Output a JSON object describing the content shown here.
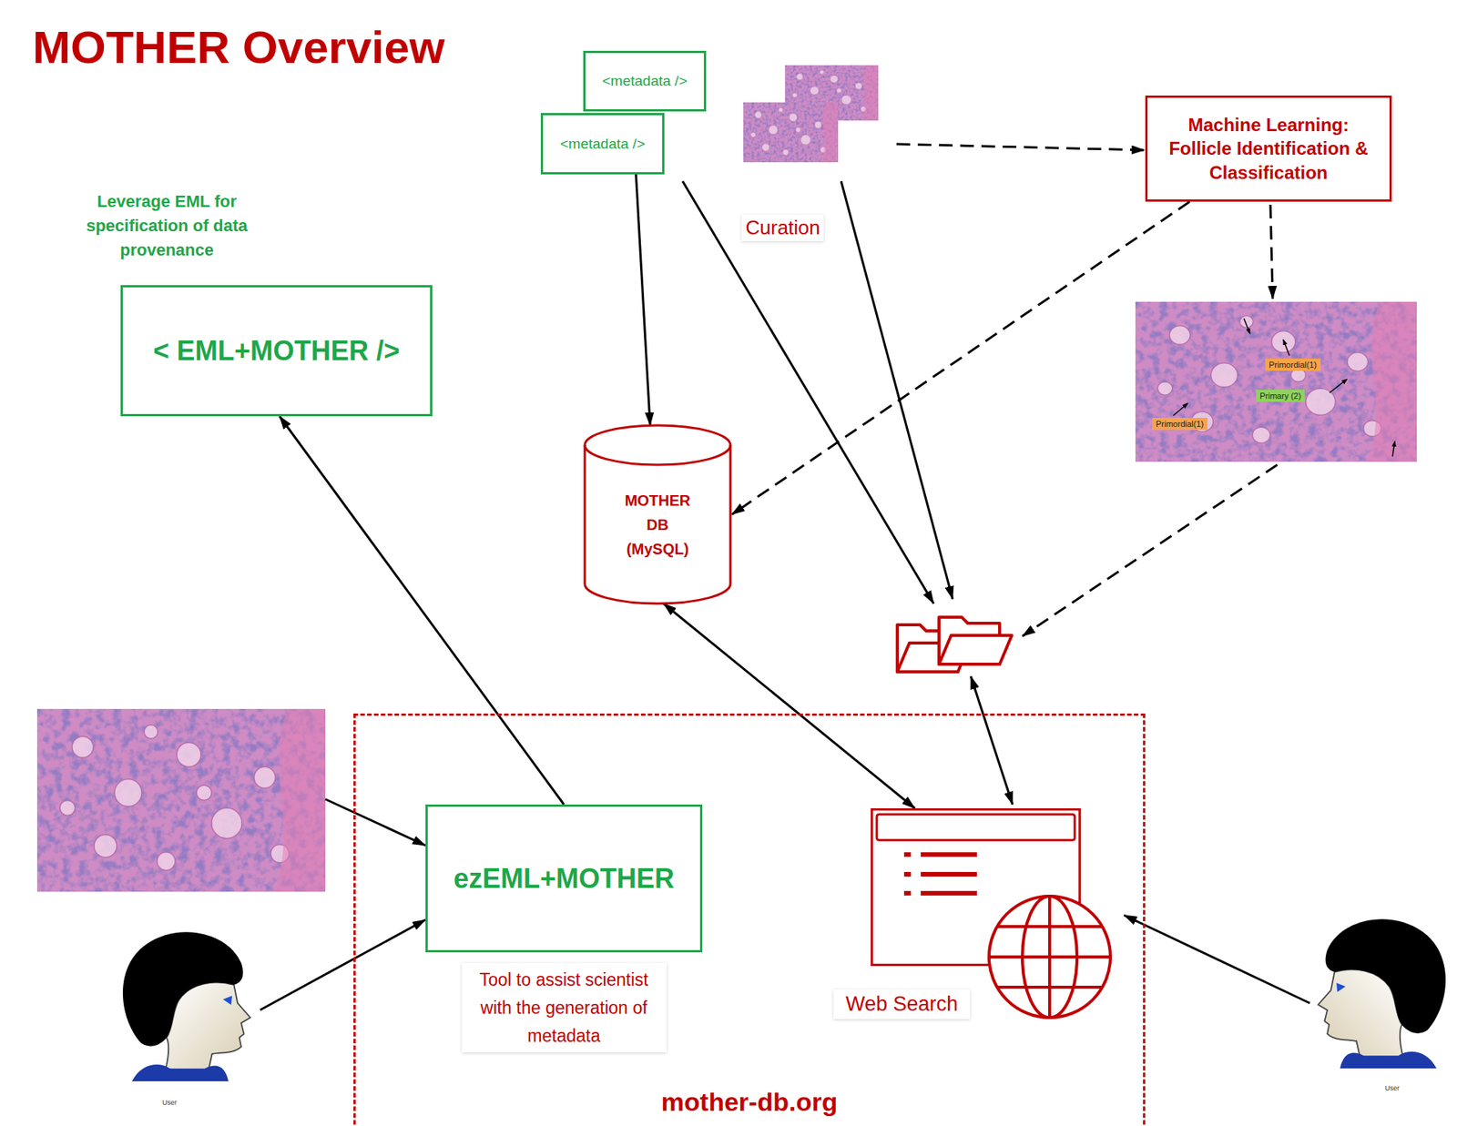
{
  "diagram": {
    "title": "MOTHER Overview",
    "nodes": [
      {
        "text": [
          "<metadata />"
        ]
      },
      {
        "text": [
          "<metadata />"
        ]
      },
      {
        "text": [
          "Machine Learning: Follicle Identification & Classification"
        ]
      },
      {
        "text": [
          "Leverage EML for specification of data provenance",
          "< EML+MOTHER />"
        ]
      },
      {
        "text": [
          "MOTHER DB (MySQL)"
        ]
      },
      {
        "text": [
          "mother-db.org"
        ]
      },
      {
        "text": [
          "ezEML+MOTHER",
          "Tool to assist scientist with the generation of metadata"
        ],
        "in": 5
      },
      {
        "text": [
          "Web Search"
        ],
        "in": 5
      }
    ],
    "edges": [
      {
        "from": 1,
        "to": 4,
        "arrow": "to"
      },
      {
        "from": 2,
        "to": 4,
        "arrow": "to"
      },
      {
        "from": 6,
        "to": 3,
        "arrow": "to"
      },
      {
        "from": 4,
        "to": 7,
        "arrow": "both"
      }
    ],
    "labels": [
      "Curation",
      "Primordial(1)",
      "Primary (2)",
      "Primordial(1)",
      "User",
      "User"
    ]
  }
}
